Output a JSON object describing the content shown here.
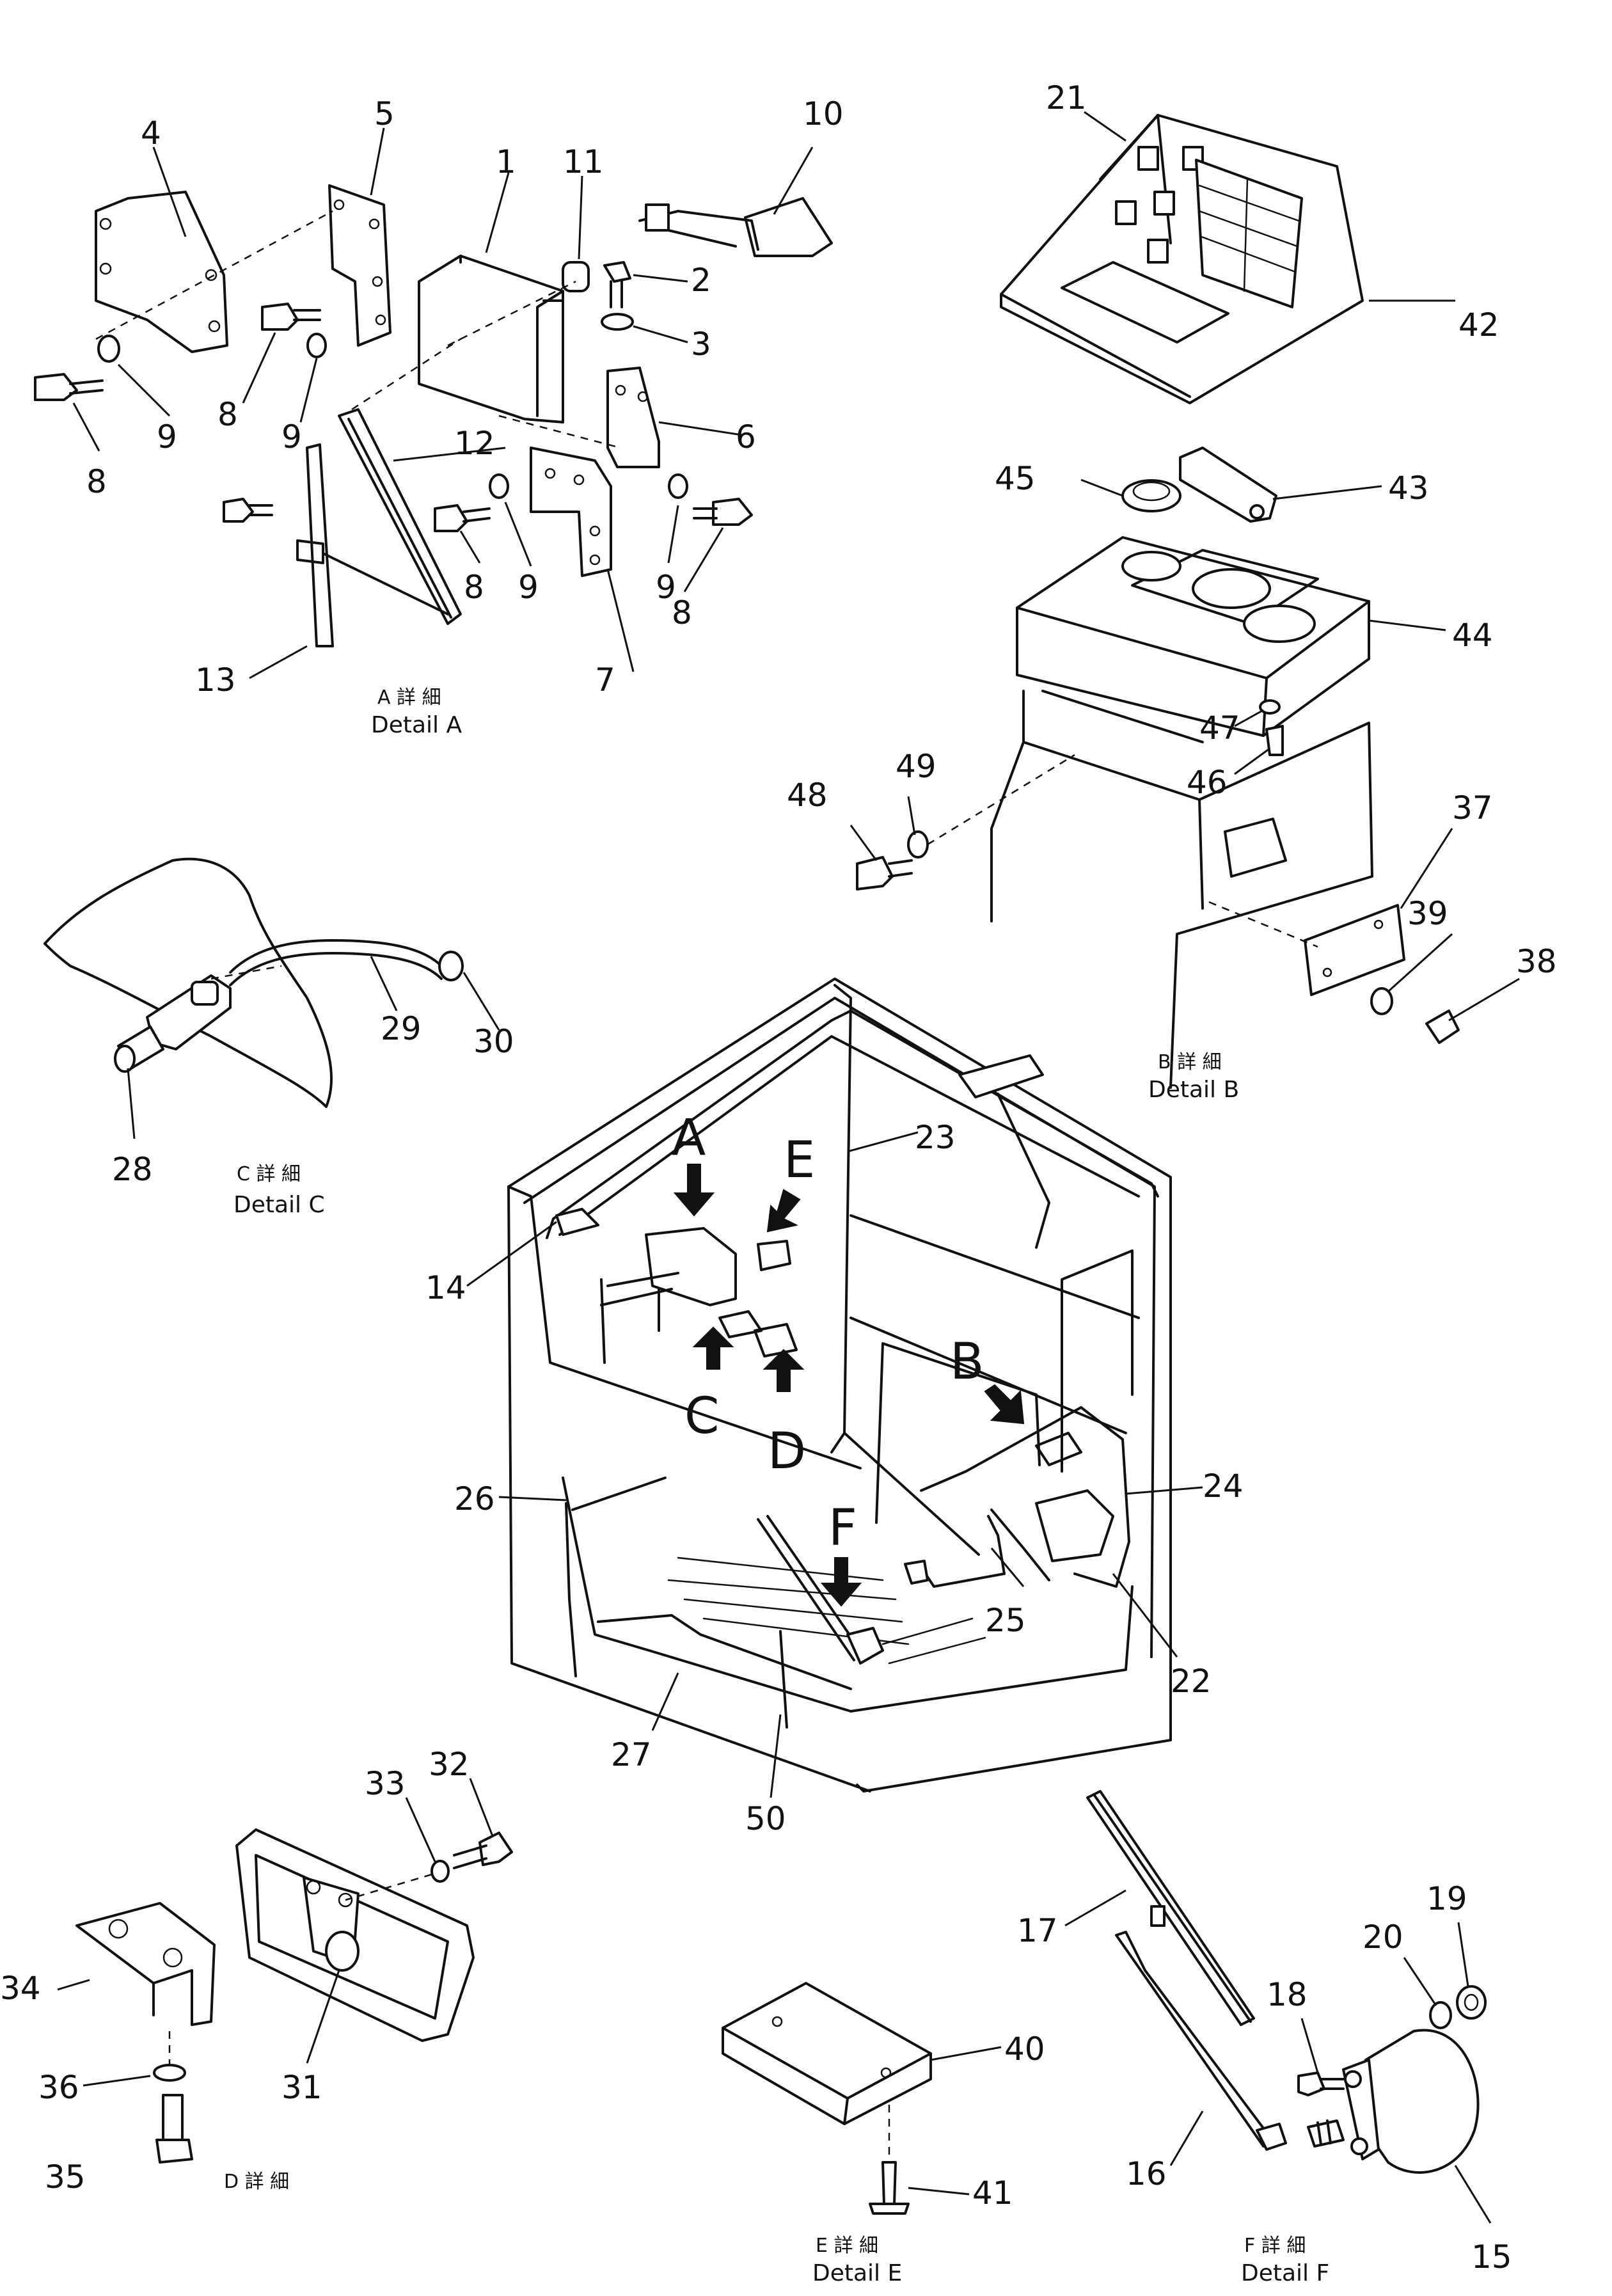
{
  "details": {
    "A": {
      "jp": "A 詳 細",
      "en": "Detail A"
    },
    "B": {
      "jp": "B 詳 細",
      "en": "Detail B"
    },
    "C": {
      "jp": "C 詳 細",
      "en": "Detail C"
    },
    "D": {
      "jp": "D 詳 細"
    },
    "E": {
      "jp": "E 詳 細",
      "en": "Detail E"
    },
    "F": {
      "jp": "F 詳 細",
      "en": "Detail F"
    }
  },
  "callouts": {
    "A": "A",
    "B": "B",
    "C": "C",
    "D": "D",
    "E": "E",
    "F": "F"
  },
  "parts": {
    "p1": "1",
    "p2": "2",
    "p3": "3",
    "p4": "4",
    "p5": "5",
    "p6": "6",
    "p7": "7",
    "p8a": "8",
    "p8b": "8",
    "p8c": "8",
    "p8d": "8",
    "p9a": "9",
    "p9b": "9",
    "p9c": "9",
    "p9d": "9",
    "p10": "10",
    "p11": "11",
    "p12": "12",
    "p13": "13",
    "p14": "14",
    "p15": "15",
    "p16": "16",
    "p17": "17",
    "p18": "18",
    "p19": "19",
    "p20": "20",
    "p21": "21",
    "p22": "22",
    "p23": "23",
    "p24": "24",
    "p25": "25",
    "p26": "26",
    "p27": "27",
    "p28": "28",
    "p29": "29",
    "p30": "30",
    "p31": "31",
    "p32": "32",
    "p33": "33",
    "p34": "34",
    "p35": "35",
    "p36": "36",
    "p37": "37",
    "p38": "38",
    "p39": "39",
    "p40": "40",
    "p41": "41",
    "p42": "42",
    "p43": "43",
    "p44": "44",
    "p45": "45",
    "p46": "46",
    "p47": "47",
    "p48": "48",
    "p49": "49",
    "p50": "50"
  }
}
